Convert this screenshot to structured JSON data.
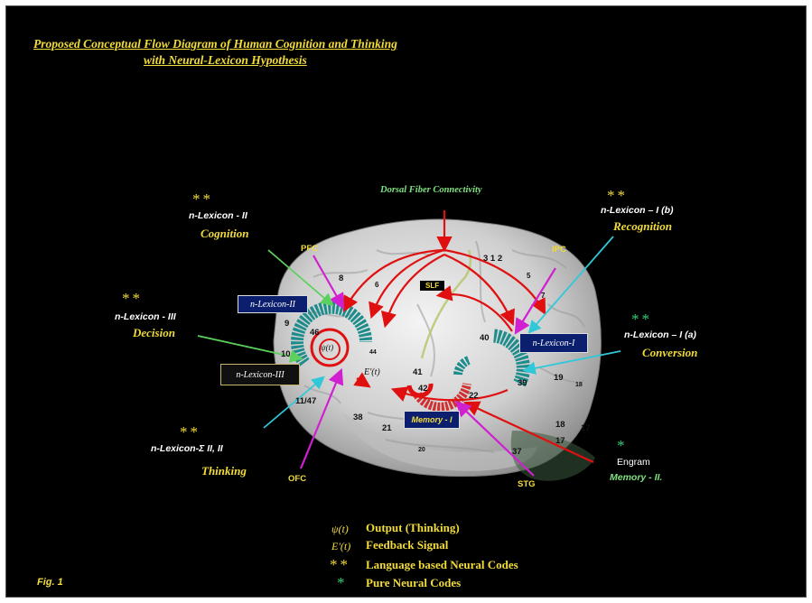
{
  "title": {
    "line1": "Proposed Conceptual Flow Diagram of Human Cognition and Thinking",
    "line2": "with Neural-Lexicon Hypothesis"
  },
  "labels": {
    "dorsal": "Dorsal Fiber Connectivity",
    "nlex_ii": {
      "stars": "**",
      "name": "n-Lexicon - II",
      "role": "Cognition"
    },
    "nlex_iii": {
      "stars": "**",
      "name": "n-Lexicon - III",
      "role": "Decision"
    },
    "nlex_sigma": {
      "stars": "**",
      "name": "n-Lexicon-Σ II, II",
      "role": "Thinking"
    },
    "nlex_ib": {
      "stars": "**",
      "name": "n-Lexicon – I (b)",
      "role": "Recognition"
    },
    "nlex_ia": {
      "stars": "**",
      "name": "n-Lexicon – I (a)",
      "role": "Conversion"
    },
    "engram": {
      "star": "*",
      "name": "Engram",
      "role": "Memory - II."
    },
    "pfc": "PFC",
    "ipc": "IPC",
    "ofc": "OFC",
    "stg": "STG",
    "slf": "SLF",
    "psi": "ψ(t)",
    "e_t": "E'(t)"
  },
  "boxes": {
    "nlex_ii": "n-Lexicon-II",
    "nlex_iii": "n-Lexicon-III",
    "nlex_i": "n-Lexicon-I",
    "memory_i": "Memory - I"
  },
  "brodmann": [
    "8",
    "6",
    "3 1 2",
    "5",
    "7",
    "9",
    "46",
    "10",
    "44",
    "40",
    "39",
    "19",
    "18",
    "41",
    "42",
    "22",
    "11/47",
    "38",
    "21",
    "20",
    "37",
    "18",
    "17",
    "17"
  ],
  "legend": [
    {
      "symbol": "ψ(t)",
      "text": "Output  (Thinking)"
    },
    {
      "symbol": "E'(t)",
      "text": "Feedback Signal"
    },
    {
      "symbol": "**",
      "text": "Language based Neural Codes"
    },
    {
      "symbol": "*",
      "text": "Pure Neural Codes"
    }
  ],
  "fig": "Fig. 1",
  "colors": {
    "background": "#000000",
    "yellow": "#f2dc3a",
    "green": "#7fe07f",
    "arrow": "#e01010",
    "teal": "#1f8c8c",
    "magenta": "#d020d0",
    "cyan": "#30c8d8"
  }
}
